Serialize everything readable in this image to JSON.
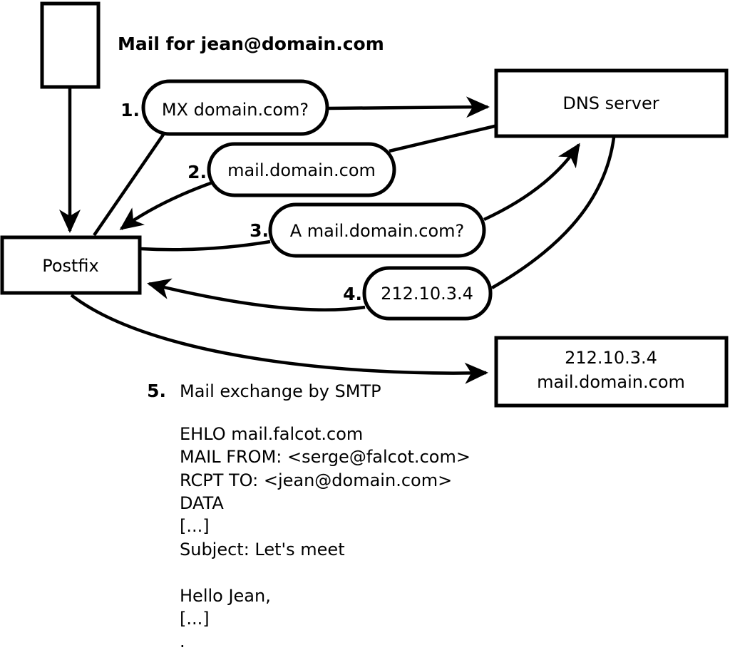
{
  "diagram": {
    "title": "Mail for jean@domain.com",
    "nodes": {
      "postfix": "Postfix",
      "dns_server": "DNS server",
      "mail_server_line1": "212.10.3.4",
      "mail_server_line2": "mail.domain.com"
    },
    "steps": [
      {
        "num": "1.",
        "label": "MX domain.com?"
      },
      {
        "num": "2.",
        "label": "mail.domain.com"
      },
      {
        "num": "3.",
        "label": "A mail.domain.com?"
      },
      {
        "num": "4.",
        "label": "212.10.3.4"
      },
      {
        "num": "5.",
        "label": "Mail exchange by SMTP"
      }
    ],
    "smtp_session": {
      "lines": [
        "EHLO mail.falcot.com",
        "MAIL FROM: <serge@falcot.com>",
        "RCPT TO: <jean@domain.com>",
        "DATA",
        "[...]",
        "Subject: Let's meet",
        "",
        "Hello Jean,",
        "[...]",
        "."
      ]
    },
    "colors": {
      "stroke": "#000000",
      "background": "#ffffff"
    }
  }
}
